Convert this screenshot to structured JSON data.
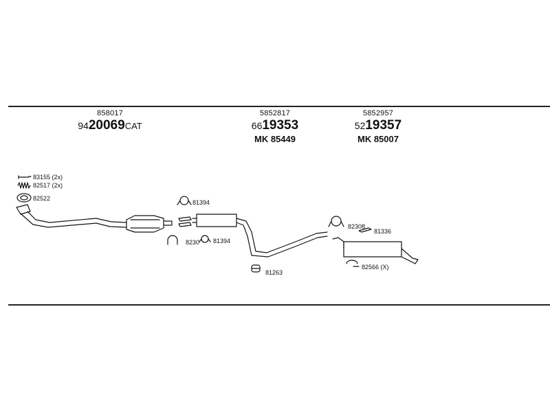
{
  "groups": [
    {
      "ref": "858017",
      "prefix": "94",
      "number": "20069",
      "suffix": "CAT",
      "mk": ""
    },
    {
      "ref": "5852817",
      "prefix": "66",
      "number": "19353",
      "suffix": "",
      "mk": "MK  85449"
    },
    {
      "ref": "5852957",
      "prefix": "52",
      "number": "19357",
      "suffix": "",
      "mk": "MK  85007"
    }
  ],
  "parts": {
    "p83155": "83155 (2x)",
    "p82517": "82517 (2x)",
    "p82522": "82522",
    "p81394a": "81394",
    "p8230a": "8230",
    "p81394b": "81394",
    "p81263": "81263",
    "p8230b": "82308",
    "p81336": "81336",
    "p82566": "82566 (X)"
  }
}
